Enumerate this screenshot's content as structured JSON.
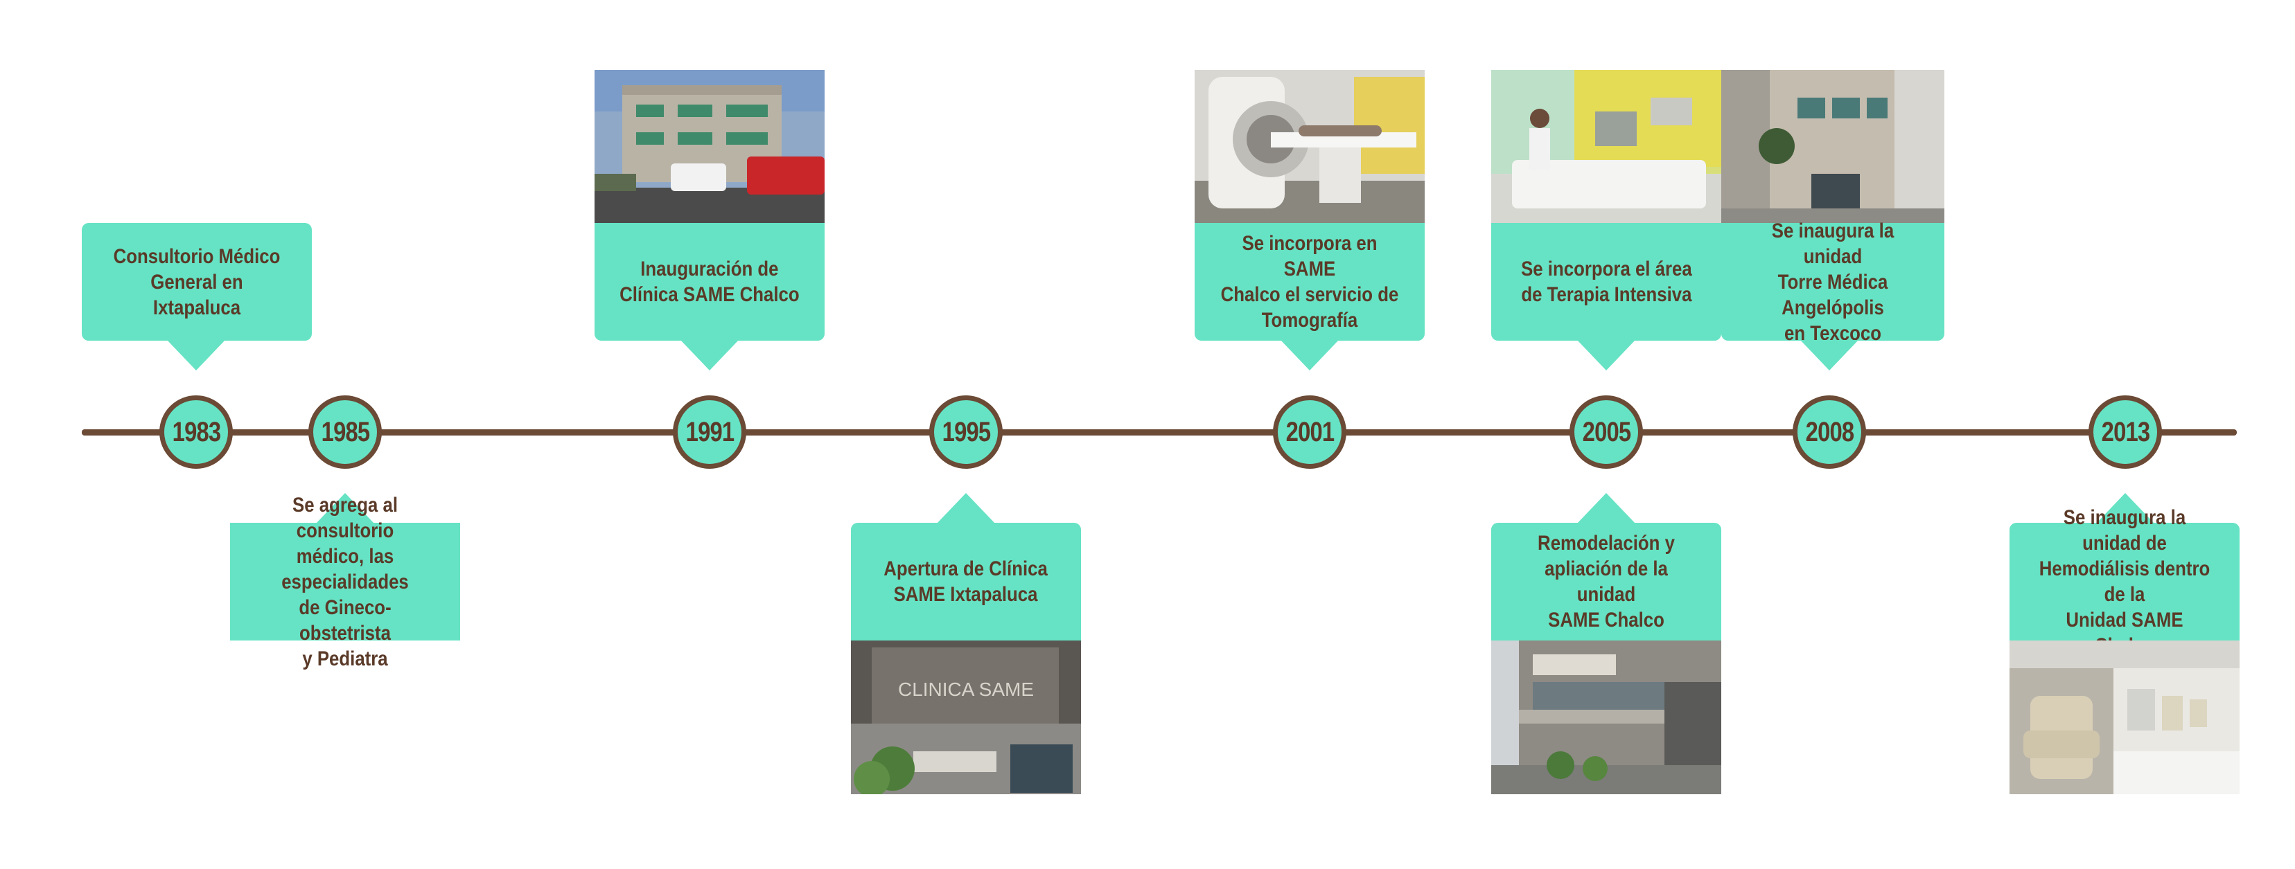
{
  "timeline": {
    "years": [
      "1983",
      "1985",
      "1991",
      "1995",
      "2001",
      "2005",
      "2008",
      "2013"
    ],
    "events": [
      {
        "year": "1983",
        "text": "Consultorio Médico\nGeneral en Ixtapaluca"
      },
      {
        "year": "1985",
        "text": "Se agrega al consultorio\nmédico, las especialidades\nde Gineco-obstetrista\ny Pediatra"
      },
      {
        "year": "1991",
        "text": "Inauguración de\nClínica SAME Chalco",
        "photo": "clinic-chalco-building-photo"
      },
      {
        "year": "1995",
        "text": "Apertura de Clínica\nSAME Ixtapaluca",
        "photo": "clinica-same-ixtapaluca-photo",
        "photo_sign": "CLINICA SAME"
      },
      {
        "year": "2001",
        "text": "Se incorpora en SAME\nChalco el servicio de\nTomografía",
        "photo": "ct-scanner-photo"
      },
      {
        "year": "2005",
        "text": "Se incorpora el área\nde Terapia Intensiva",
        "photo": "intensive-care-photo"
      },
      {
        "year": "2005",
        "text": "Remodelación y\napliación de la unidad\nSAME Chalco",
        "photo": "remodeled-building-photo"
      },
      {
        "year": "2008",
        "text": "Se inaugura la unidad\nTorre Médica Angelópolis\nen Texcoco",
        "photo": "torre-medica-photo"
      },
      {
        "year": "2013",
        "text": "Se inaugura la unidad de\nHemodiálisis dentro de la\nUnidad SAME Chalco",
        "photo": "hemodialysis-room-photo"
      }
    ]
  },
  "colors": {
    "accent": "#66e3c4",
    "line": "#6b4a36",
    "text": "#5a3a28",
    "background": "#ffffff"
  }
}
